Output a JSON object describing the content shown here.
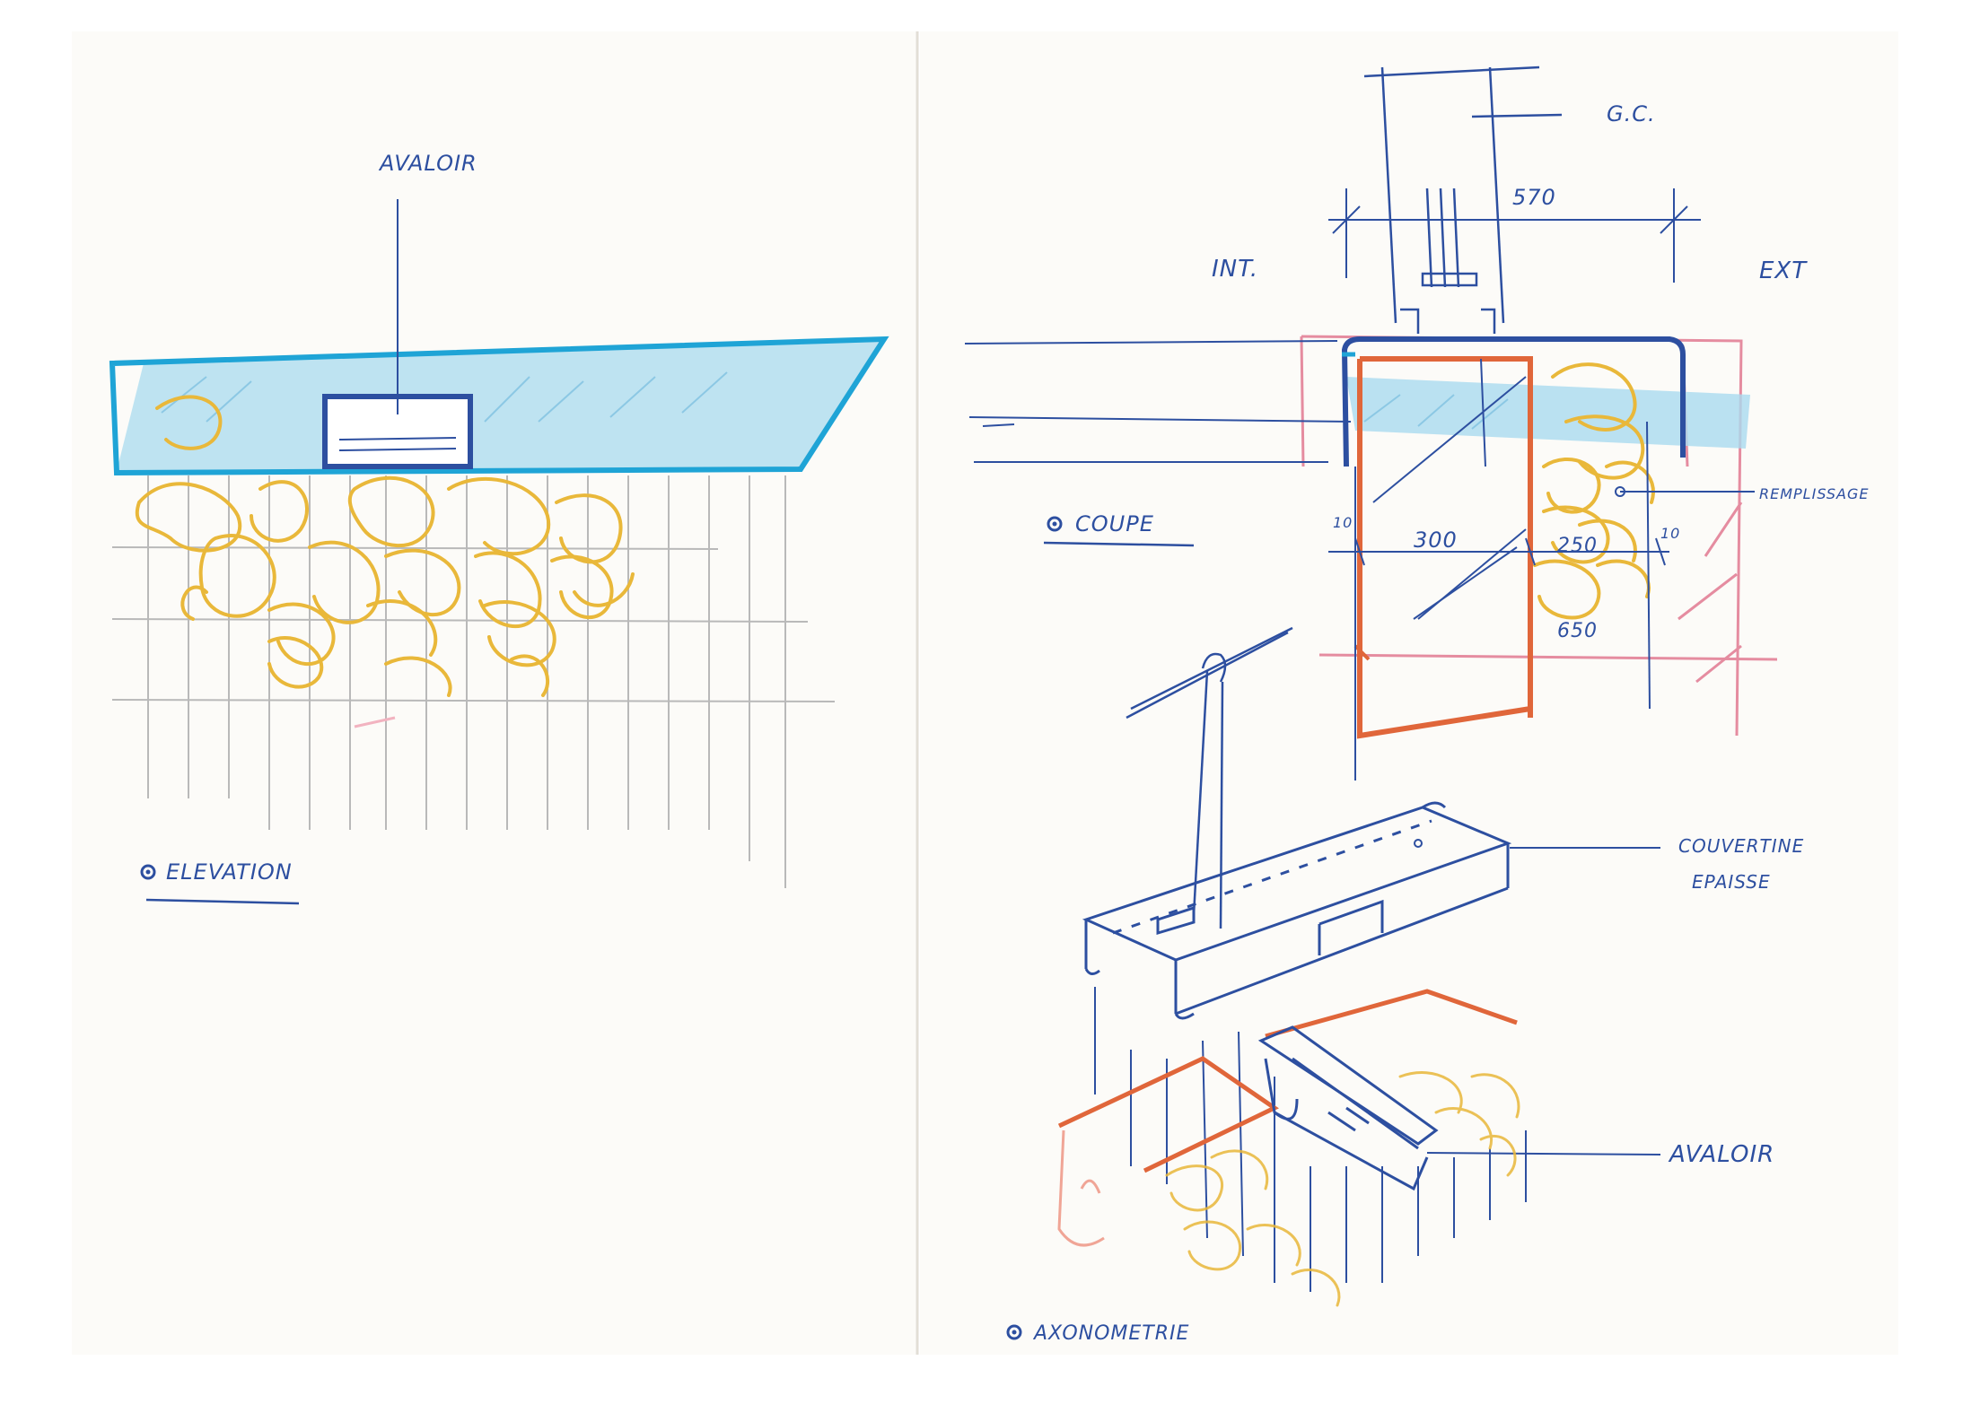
{
  "colors": {
    "ink_blue": "#2d4fa0",
    "pencil_cyan": "#1fa4d6",
    "fill_cyan": "#a9dbef",
    "pencil_yellow": "#e9b83a",
    "pencil_orange": "#e0663a",
    "pencil_pink": "#e58ca0",
    "pencil_grey": "#b9b9b9",
    "paper": "#fcfbf8"
  },
  "elevation": {
    "avaloir_label": "AVALOIR",
    "title": "ELEVATION"
  },
  "coupe": {
    "gc_label": "G.C.",
    "dim_570": "570",
    "int_label": "INT.",
    "ext_label": "EXT",
    "remplissage_label": "REMPLISSAGE",
    "title": "COUPE",
    "dim_10_left": "10",
    "dim_300": "300",
    "dim_250": "250",
    "dim_10_right": "10",
    "dim_650": "650"
  },
  "axonometrie": {
    "couvertine_label_1": "COUVERTINE",
    "couvertine_label_2": "EPAISSE",
    "avaloir_label": "AVALOIR",
    "title": "AXONOMETRIE"
  }
}
